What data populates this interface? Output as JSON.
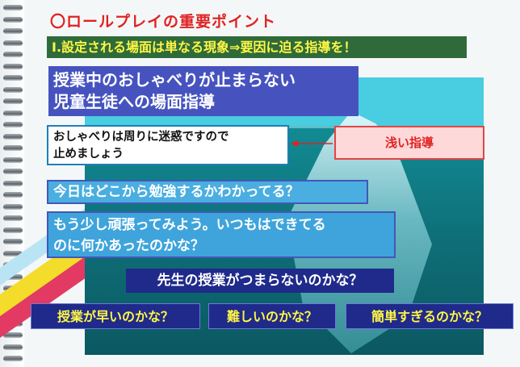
{
  "slide": {
    "title": "〇ロールプレイの重要ポイント",
    "subtitle": "Ⅰ.設定される場面は単なる現象⇒要因に迫る指導を！",
    "scenario_line1": "授業中のおしゃべりが止まらない",
    "scenario_line2": "児童生徒への場面指導",
    "shallow_line1": "おしゃべりは周りに迷惑ですので",
    "shallow_line2": "止めましょう",
    "shallow_label": "浅い指導",
    "question1": "今日はどこから勉強するかわかってる？",
    "question2_line1": "もう少し頑張ってみよう。いつもはできてる",
    "question2_line2": "のに何かあったのかな？",
    "question3": "先生の授業がつまらないのかな？",
    "cause1": "授業が早いのかな？",
    "cause2": "難しいのかな？",
    "cause3": "簡単すぎるのかな？"
  },
  "colors": {
    "title_red": "#e02222",
    "subtitle_bg": "#2f6b3a",
    "subtitle_text": "#fff645",
    "scenario_bg": "#4653bf",
    "navy": "#1f2a8a",
    "ocean": "#128b93"
  }
}
